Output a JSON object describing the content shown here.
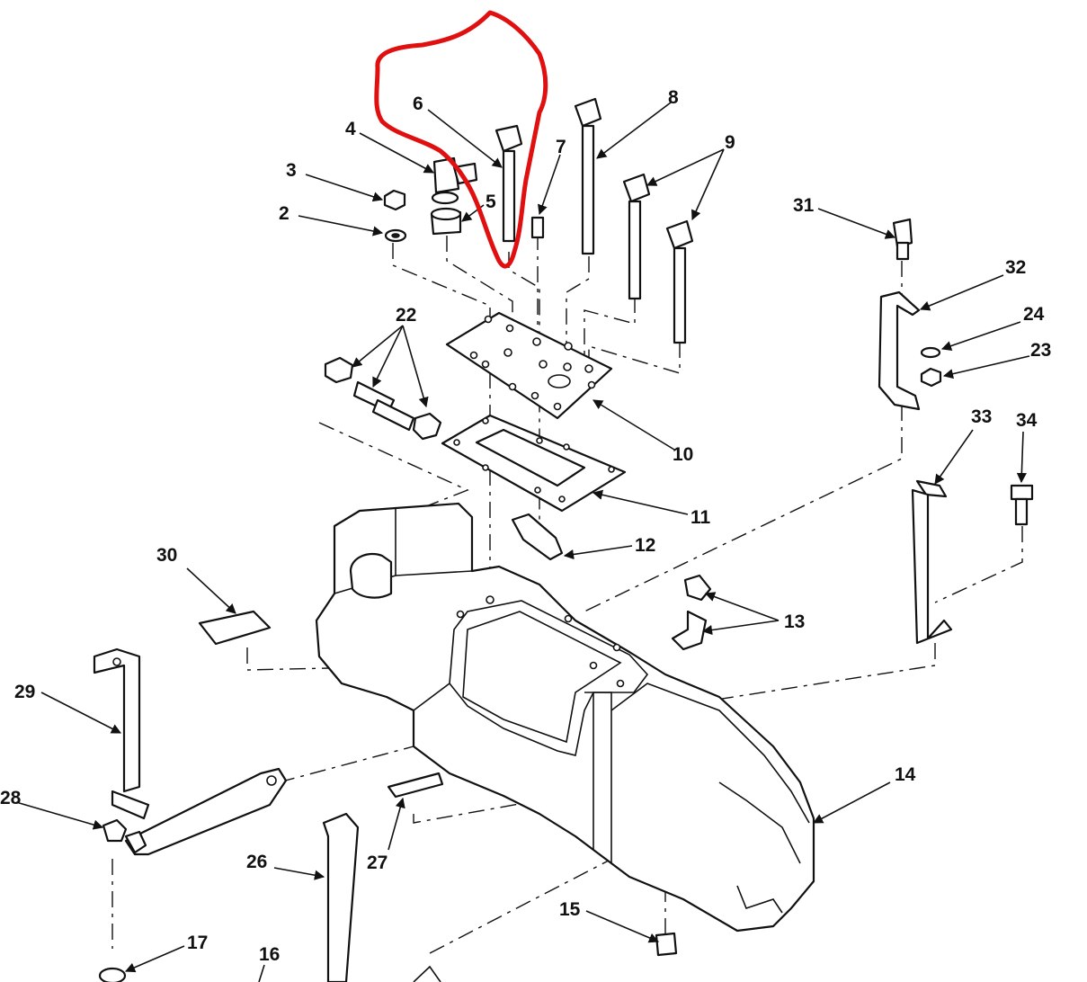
{
  "diagram": {
    "callouts": [
      "2",
      "3",
      "4",
      "5",
      "6",
      "7",
      "8",
      "9",
      "10",
      "11",
      "12",
      "13",
      "14",
      "15",
      "16",
      "17",
      "22",
      "23",
      "24",
      "26",
      "27",
      "28",
      "29",
      "30",
      "31",
      "32",
      "33",
      "34"
    ],
    "highlight_color": "#e01010",
    "line_color": "#111111",
    "background": "#ffffff"
  }
}
